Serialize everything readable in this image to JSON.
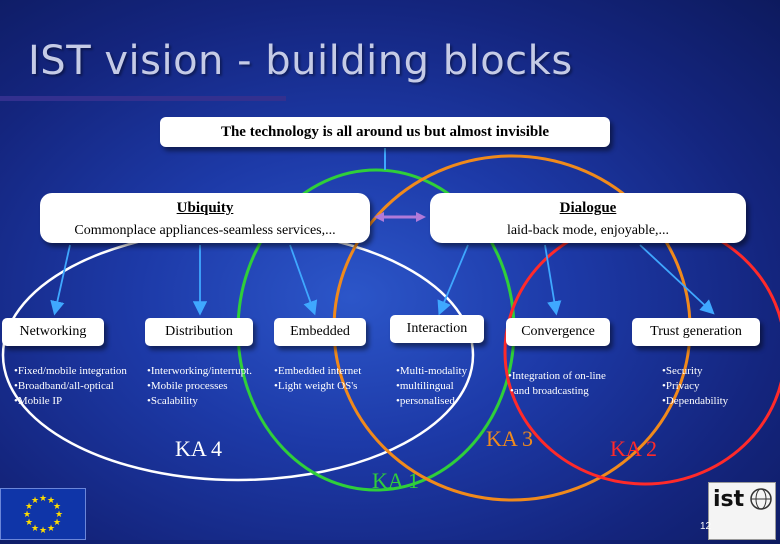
{
  "slide": {
    "title": "IST vision - building blocks",
    "headline": "The technology is all around us but almost invisible",
    "page_number": "12"
  },
  "panels": {
    "ubiquity": {
      "title": "Ubiquity",
      "subtitle": "Commonplace appliances-seamless services,..."
    },
    "dialogue": {
      "title": "Dialogue",
      "subtitle": "laid-back mode, enjoyable,..."
    }
  },
  "categories": {
    "networking": "Networking",
    "distribution": "Distribution",
    "embedded": "Embedded",
    "interaction": "Interaction",
    "convergence": "Convergence",
    "trust": "Trust generation"
  },
  "bullets": {
    "networking": [
      "Fixed/mobile integration",
      "Broadband/all-optical",
      "Mobile IP"
    ],
    "distribution": [
      "Interworking/interrupt.",
      "Mobile processes",
      "Scalability"
    ],
    "embedded": [
      "Embedded internet",
      "Light weight OS's"
    ],
    "interaction": [
      "Multi-modality",
      "multilingual",
      "personalised"
    ],
    "convergence": [
      "Integration of on-line",
      "and broadcasting"
    ],
    "trust": [
      "Security",
      "Privacy",
      "Dependability"
    ]
  },
  "key_actions": {
    "ka4": "KA 4",
    "ka1": "KA 1",
    "ka3": "KA 3",
    "ka2": "KA 2"
  },
  "colors": {
    "ka4": "#ffffff",
    "ka1": "#2fcf3a",
    "ka3": "#f08a1c",
    "ka2": "#ff2a2a",
    "arrow": "#3fa8ff",
    "double_arrow": "#b07ad9"
  },
  "logos": {
    "ist_logo_text": "ist"
  }
}
